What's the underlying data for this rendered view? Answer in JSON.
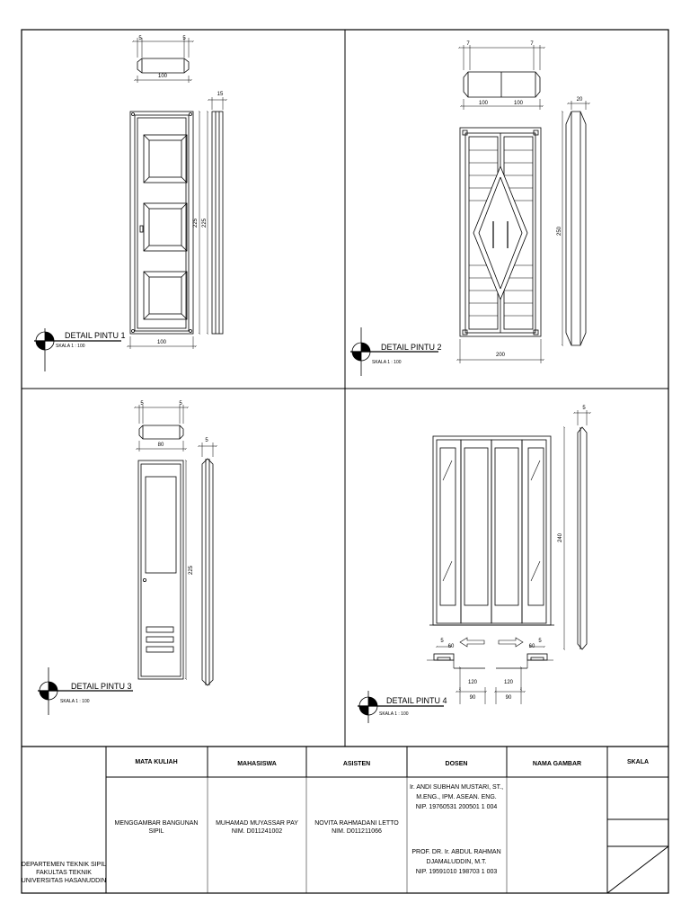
{
  "sheet": {
    "details": [
      {
        "title": "DETAIL PINTU 1",
        "scale": "SKALA 1 : 100",
        "dims": {
          "top_left": "5",
          "top_right": "5",
          "top_width": "100",
          "side_thick": "15",
          "height_front": "225",
          "height_side": "225",
          "bottom_width": "100"
        }
      },
      {
        "title": "DETAIL PINTU 2",
        "scale": "SKALA 1 : 100",
        "dims": {
          "top_left": "7",
          "top_right": "7",
          "top_w1": "100",
          "top_w2": "100",
          "side_thick": "20",
          "height_side": "250",
          "bottom_width": "200"
        }
      },
      {
        "title": "DETAIL PINTU 3",
        "scale": "SKALA 1 : 100",
        "dims": {
          "top_left": "5",
          "top_right": "5",
          "top_width": "80",
          "side_thick": "5",
          "height_front": "225"
        }
      },
      {
        "title": "DETAIL PINTU 4",
        "scale": "SKALA 1 : 100",
        "dims": {
          "side_thick": "5",
          "height_side": "240",
          "left_thick": "5",
          "left_w": "60",
          "right_w": "60",
          "right_thick": "5",
          "left_depth": "120",
          "left_width": "90",
          "right_depth": "120",
          "right_width": "90"
        }
      }
    ],
    "title_block": {
      "institution": [
        "DEPARTEMEN TEKNIK SIPIL",
        "FAKULTAS TEKNIK",
        "UNIVERSITAS HASANUDDIN"
      ],
      "headers": {
        "course": "MATA KULIAH",
        "student": "MAHASISWA",
        "assistant": "ASISTEN",
        "lecturer": "DOSEN",
        "drawing_name": "NAMA GAMBAR",
        "scale": "SKALA"
      },
      "course": [
        "MENGGAMBAR BANGUNAN",
        "SIPIL"
      ],
      "student": [
        "MUHAMAD MUYASSAR PAY",
        "NIM. D011241002"
      ],
      "assistant": [
        "NOVITA RAHMADANI LETTO",
        "NIM. D011211066"
      ],
      "lecturer1": [
        "Ir. ANDI SUBHAN MUSTARI, ST.,",
        "M.ENG., IPM. ASEAN. ENG.",
        "NIP. 19760531 200501 1 004"
      ],
      "lecturer2": [
        "PROF. DR. Ir. ABDUL RAHMAN",
        "DJAMALUDDIN, M.T.",
        "NIP. 19591010 198703 1 003"
      ]
    }
  }
}
